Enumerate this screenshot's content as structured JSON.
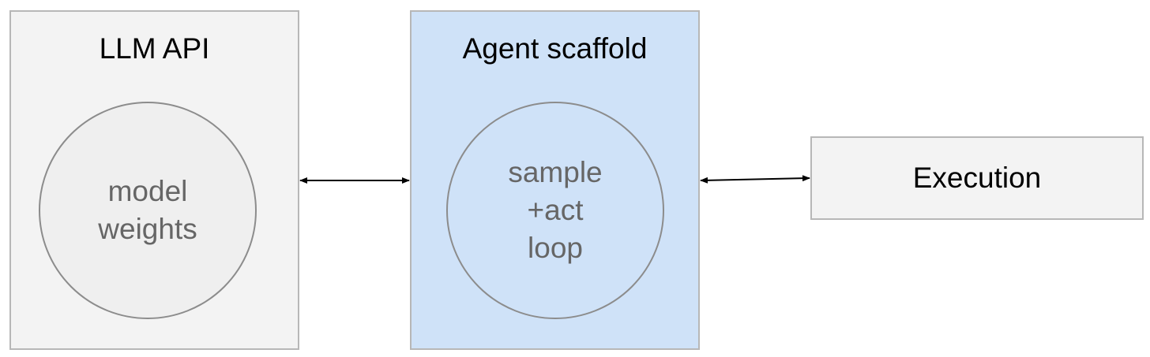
{
  "colors": {
    "llm_fill": "#f3f3f3",
    "agent_fill": "#cfe2f8",
    "exec_fill": "#f3f3f3",
    "llm_circle_fill": "#efefef",
    "agent_circle_fill": "#cfe2f8",
    "border": "#b7b7b7",
    "circle_border": "#8c8c8c",
    "circle_text": "#666666",
    "arrow": "#000000"
  },
  "llm_api": {
    "title": "LLM API",
    "circle_lines": [
      "model",
      "weights"
    ]
  },
  "agent_scaffold": {
    "title": "Agent scaffold",
    "circle_lines": [
      "sample",
      "+act",
      "loop"
    ]
  },
  "execution": {
    "label": "Execution"
  },
  "connections": [
    {
      "from": "LLM API",
      "to": "Agent scaffold",
      "direction": "bidirectional"
    },
    {
      "from": "Agent scaffold",
      "to": "Execution",
      "direction": "bidirectional"
    }
  ]
}
